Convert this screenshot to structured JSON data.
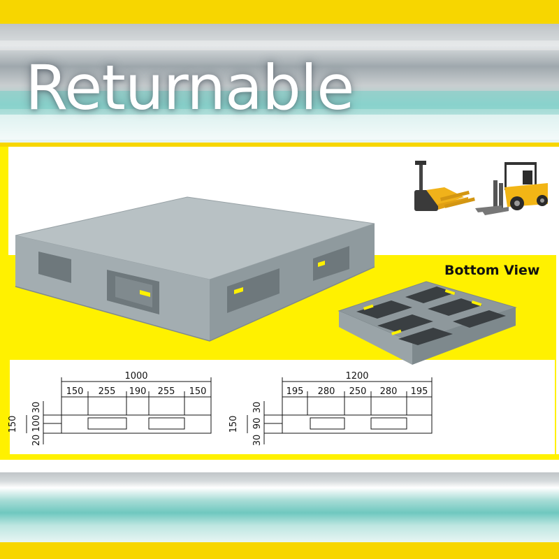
{
  "title": "Returnable",
  "bottom_view_label": "Bottom View",
  "drawing_1000": {
    "overall": "1000",
    "segments": [
      "150",
      "255",
      "190",
      "255",
      "150"
    ],
    "height_total": "150",
    "heights": [
      "30",
      "100",
      "20"
    ]
  },
  "drawing_1200": {
    "overall": "1200",
    "segments": [
      "195",
      "280",
      "250",
      "280",
      "195"
    ],
    "height_total": "150",
    "heights": [
      "30",
      "90",
      "30"
    ]
  },
  "colors": {
    "yellow": "#f7d600",
    "panel_yellow": "#fff100",
    "pallet_grey": "#a9b3b6",
    "teal": "#6fc8bf"
  },
  "icons": [
    "pallet-truck-icon",
    "forklift-icon",
    "pallet-top-image",
    "pallet-bottom-image"
  ]
}
